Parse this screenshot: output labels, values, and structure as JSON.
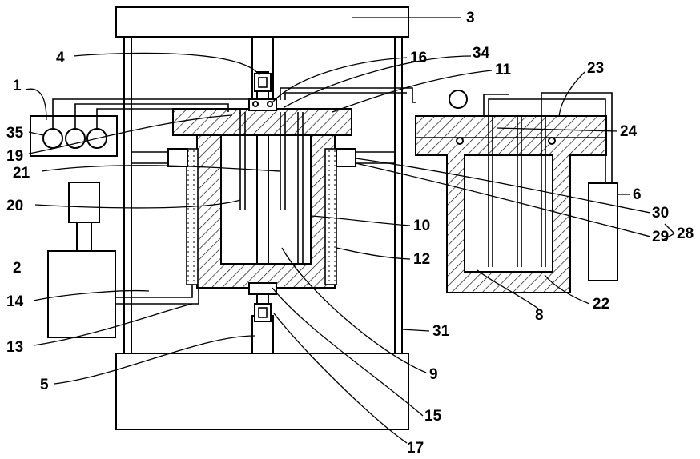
{
  "labels": {
    "n1": "1",
    "n2": "2",
    "n3": "3",
    "n4": "4",
    "n5": "5",
    "n6": "6",
    "n8": "8",
    "n9": "9",
    "n10": "10",
    "n11": "11",
    "n12": "12",
    "n13": "13",
    "n14": "14",
    "n15": "15",
    "n16": "16",
    "n17": "17",
    "n19": "19",
    "n20": "20",
    "n21": "21",
    "n22": "22",
    "n23": "23",
    "n24": "24",
    "n28": "28",
    "n29": "29",
    "n30": "30",
    "n31": "31",
    "n34": "34",
    "n35": "35"
  }
}
